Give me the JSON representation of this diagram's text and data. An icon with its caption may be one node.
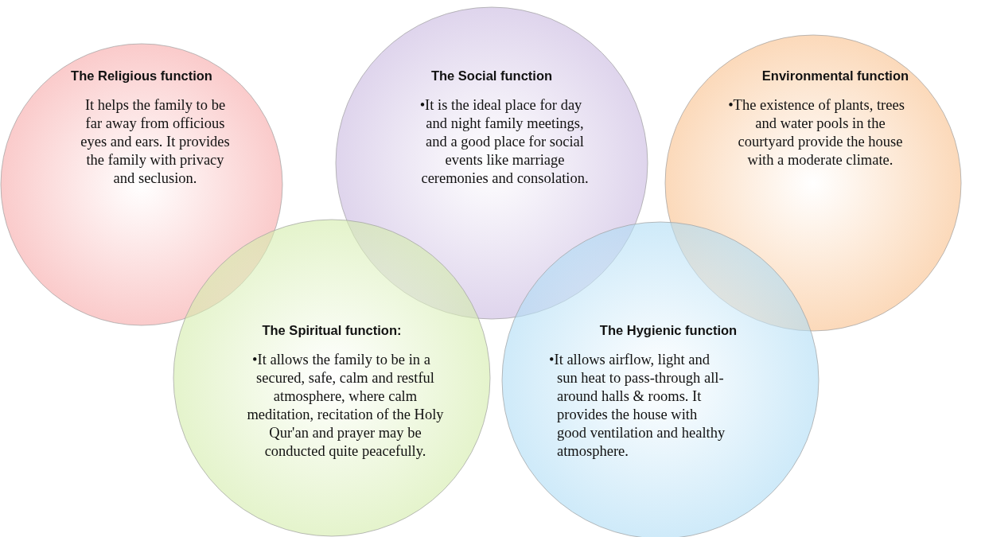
{
  "diagram": {
    "nodes": [
      {
        "text": [
          "The Religious function",
          "It helps the family to be far away from officious eyes and ears. It provides the family with privacy and seclusion."
        ]
      },
      {
        "text": [
          "The Social function",
          "•It is the ideal place for day and night family meetings, and a good place for social events like marriage ceremonies and consolation."
        ]
      },
      {
        "text": [
          "Environmental function",
          "•The existence of plants, trees and water pools in the courtyard provide the house with a moderate climate."
        ]
      },
      {
        "text": [
          "The Spiritual function:",
          "•It allows the family to be in a secured, safe, calm and restful atmosphere, where calm meditation, recitation of the Holy Qur'an and prayer may be conducted quite peacefully."
        ]
      },
      {
        "text": [
          "The Hygienic function",
          "•It allows airflow, light and sun heat to pass-through all-around halls & rooms. It provides the house with good ventilation and healthy atmosphere."
        ]
      }
    ]
  }
}
